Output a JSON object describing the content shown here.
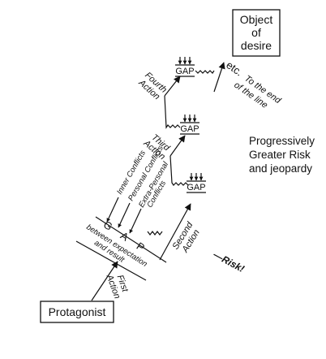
{
  "boxes": {
    "object_line1": "Object",
    "object_line2": "of",
    "object_line3": "desire",
    "protagonist": "Protagonist"
  },
  "actions": {
    "first_line1": "First",
    "first_line2": "Action",
    "second_line1": "Second",
    "second_line2": "Action",
    "third_line1": "Third",
    "third_line2": "Action",
    "fourth_line1": "Fourth",
    "fourth_line2": "Action"
  },
  "gap_main": {
    "label": "G A P",
    "sub1": "between expectation",
    "sub2": "and result"
  },
  "gap_small": "GAP",
  "conflicts": {
    "inner": "Inner Conflicts",
    "personal": "Personal Conflicts",
    "extra_line1": "Extra-Personal",
    "extra_line2": "Conflicts"
  },
  "risk": "—Risk!",
  "etc": {
    "word": "etc.",
    "line1": "To the end",
    "line2": "of the line"
  },
  "side_note": {
    "line1": "Progressively",
    "line2": "Greater Risk",
    "line3": "and jeopardy"
  }
}
